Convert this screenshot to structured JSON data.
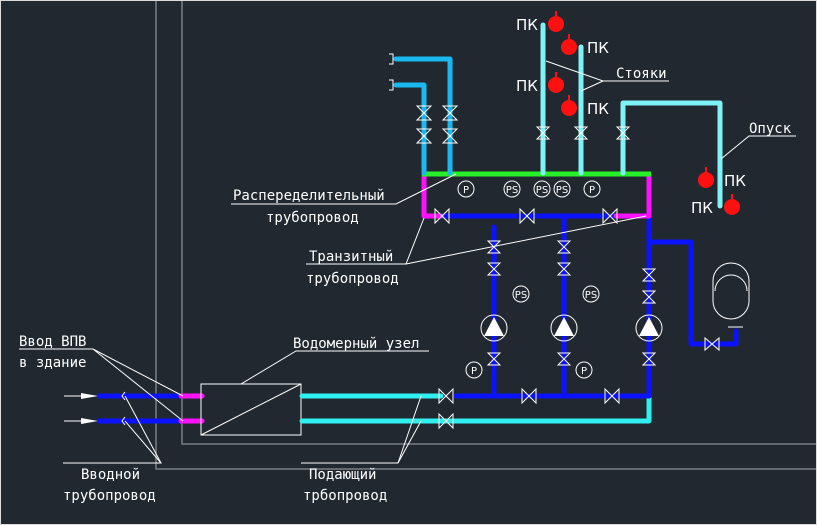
{
  "colors": {
    "background": "#212830",
    "frame": "#7a7f86",
    "input_pipe": "#0a12ff",
    "input_stub": "#ff10ff",
    "supply_pipe": "#2ef0f0",
    "riser_pipe": "#7ef2f6",
    "branch_pipe": "#1ab8f0",
    "distribution_pipe": "#28f028",
    "transit_pipe": "#ff10ff",
    "pump_pipe": "#0a12ff",
    "fire_valve": "#ff1010",
    "annotation": "#ffffff"
  },
  "labels": {
    "input_vpv": [
      "Ввод ВПВ",
      "в здание"
    ],
    "input_pipeline": [
      "Вводной",
      "трубопровод"
    ],
    "meter_unit": "Водомерный узел",
    "supply_pipeline": [
      "Подающий",
      "трбопровод"
    ],
    "distribution_pipeline": [
      "Распеределительный",
      "трубопровод"
    ],
    "transit_pipeline": [
      "Транзитный",
      "трубопровод"
    ],
    "risers": "Стояки",
    "descent": "Опуск"
  },
  "fire_valves": {
    "label": "ПК",
    "count": 6
  },
  "gauges": {
    "pressure": "P",
    "pressure_switch": "PS"
  }
}
